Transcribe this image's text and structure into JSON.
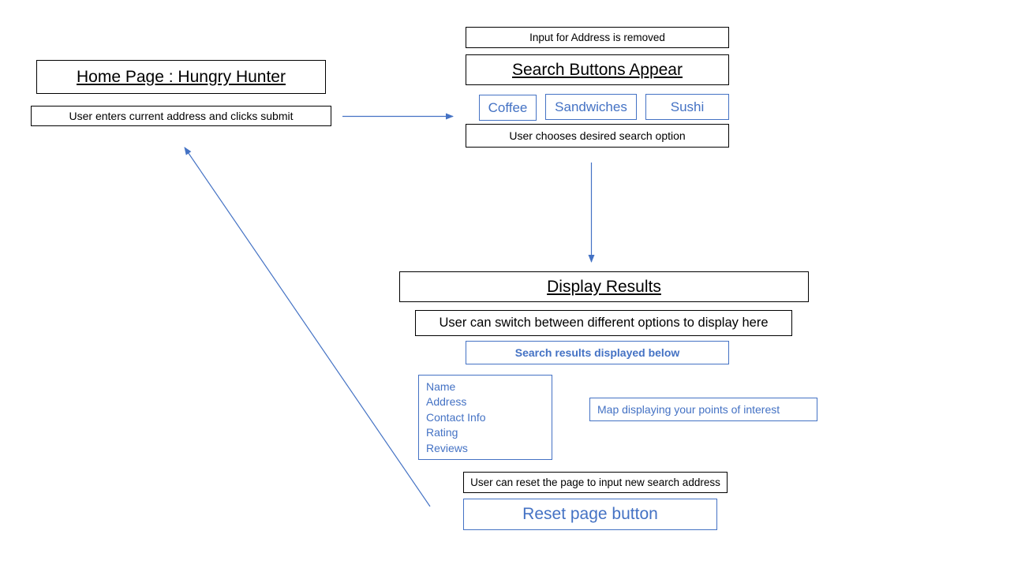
{
  "home": {
    "title": "Home Page : Hungry Hunter",
    "address_step": "User enters current  address and clicks submit"
  },
  "search": {
    "input_removed": "Input for Address  is removed",
    "title": "Search Buttons Appear",
    "buttons": [
      "Coffee",
      "Sandwiches",
      "Sushi"
    ],
    "choose_step": "User chooses desired search option"
  },
  "results": {
    "title": "Display Results",
    "switch_step": "User can switch between different options to display here",
    "below_label": "Search results displayed below",
    "fields": [
      "Name",
      "Address",
      "Contact Info",
      "Rating",
      "Reviews"
    ],
    "map_label": "Map displaying your points of interest"
  },
  "reset": {
    "step": "User can reset the page to input new search address",
    "button_label": "Reset page button"
  },
  "colors": {
    "accent": "#4472c4",
    "border": "#000000"
  }
}
